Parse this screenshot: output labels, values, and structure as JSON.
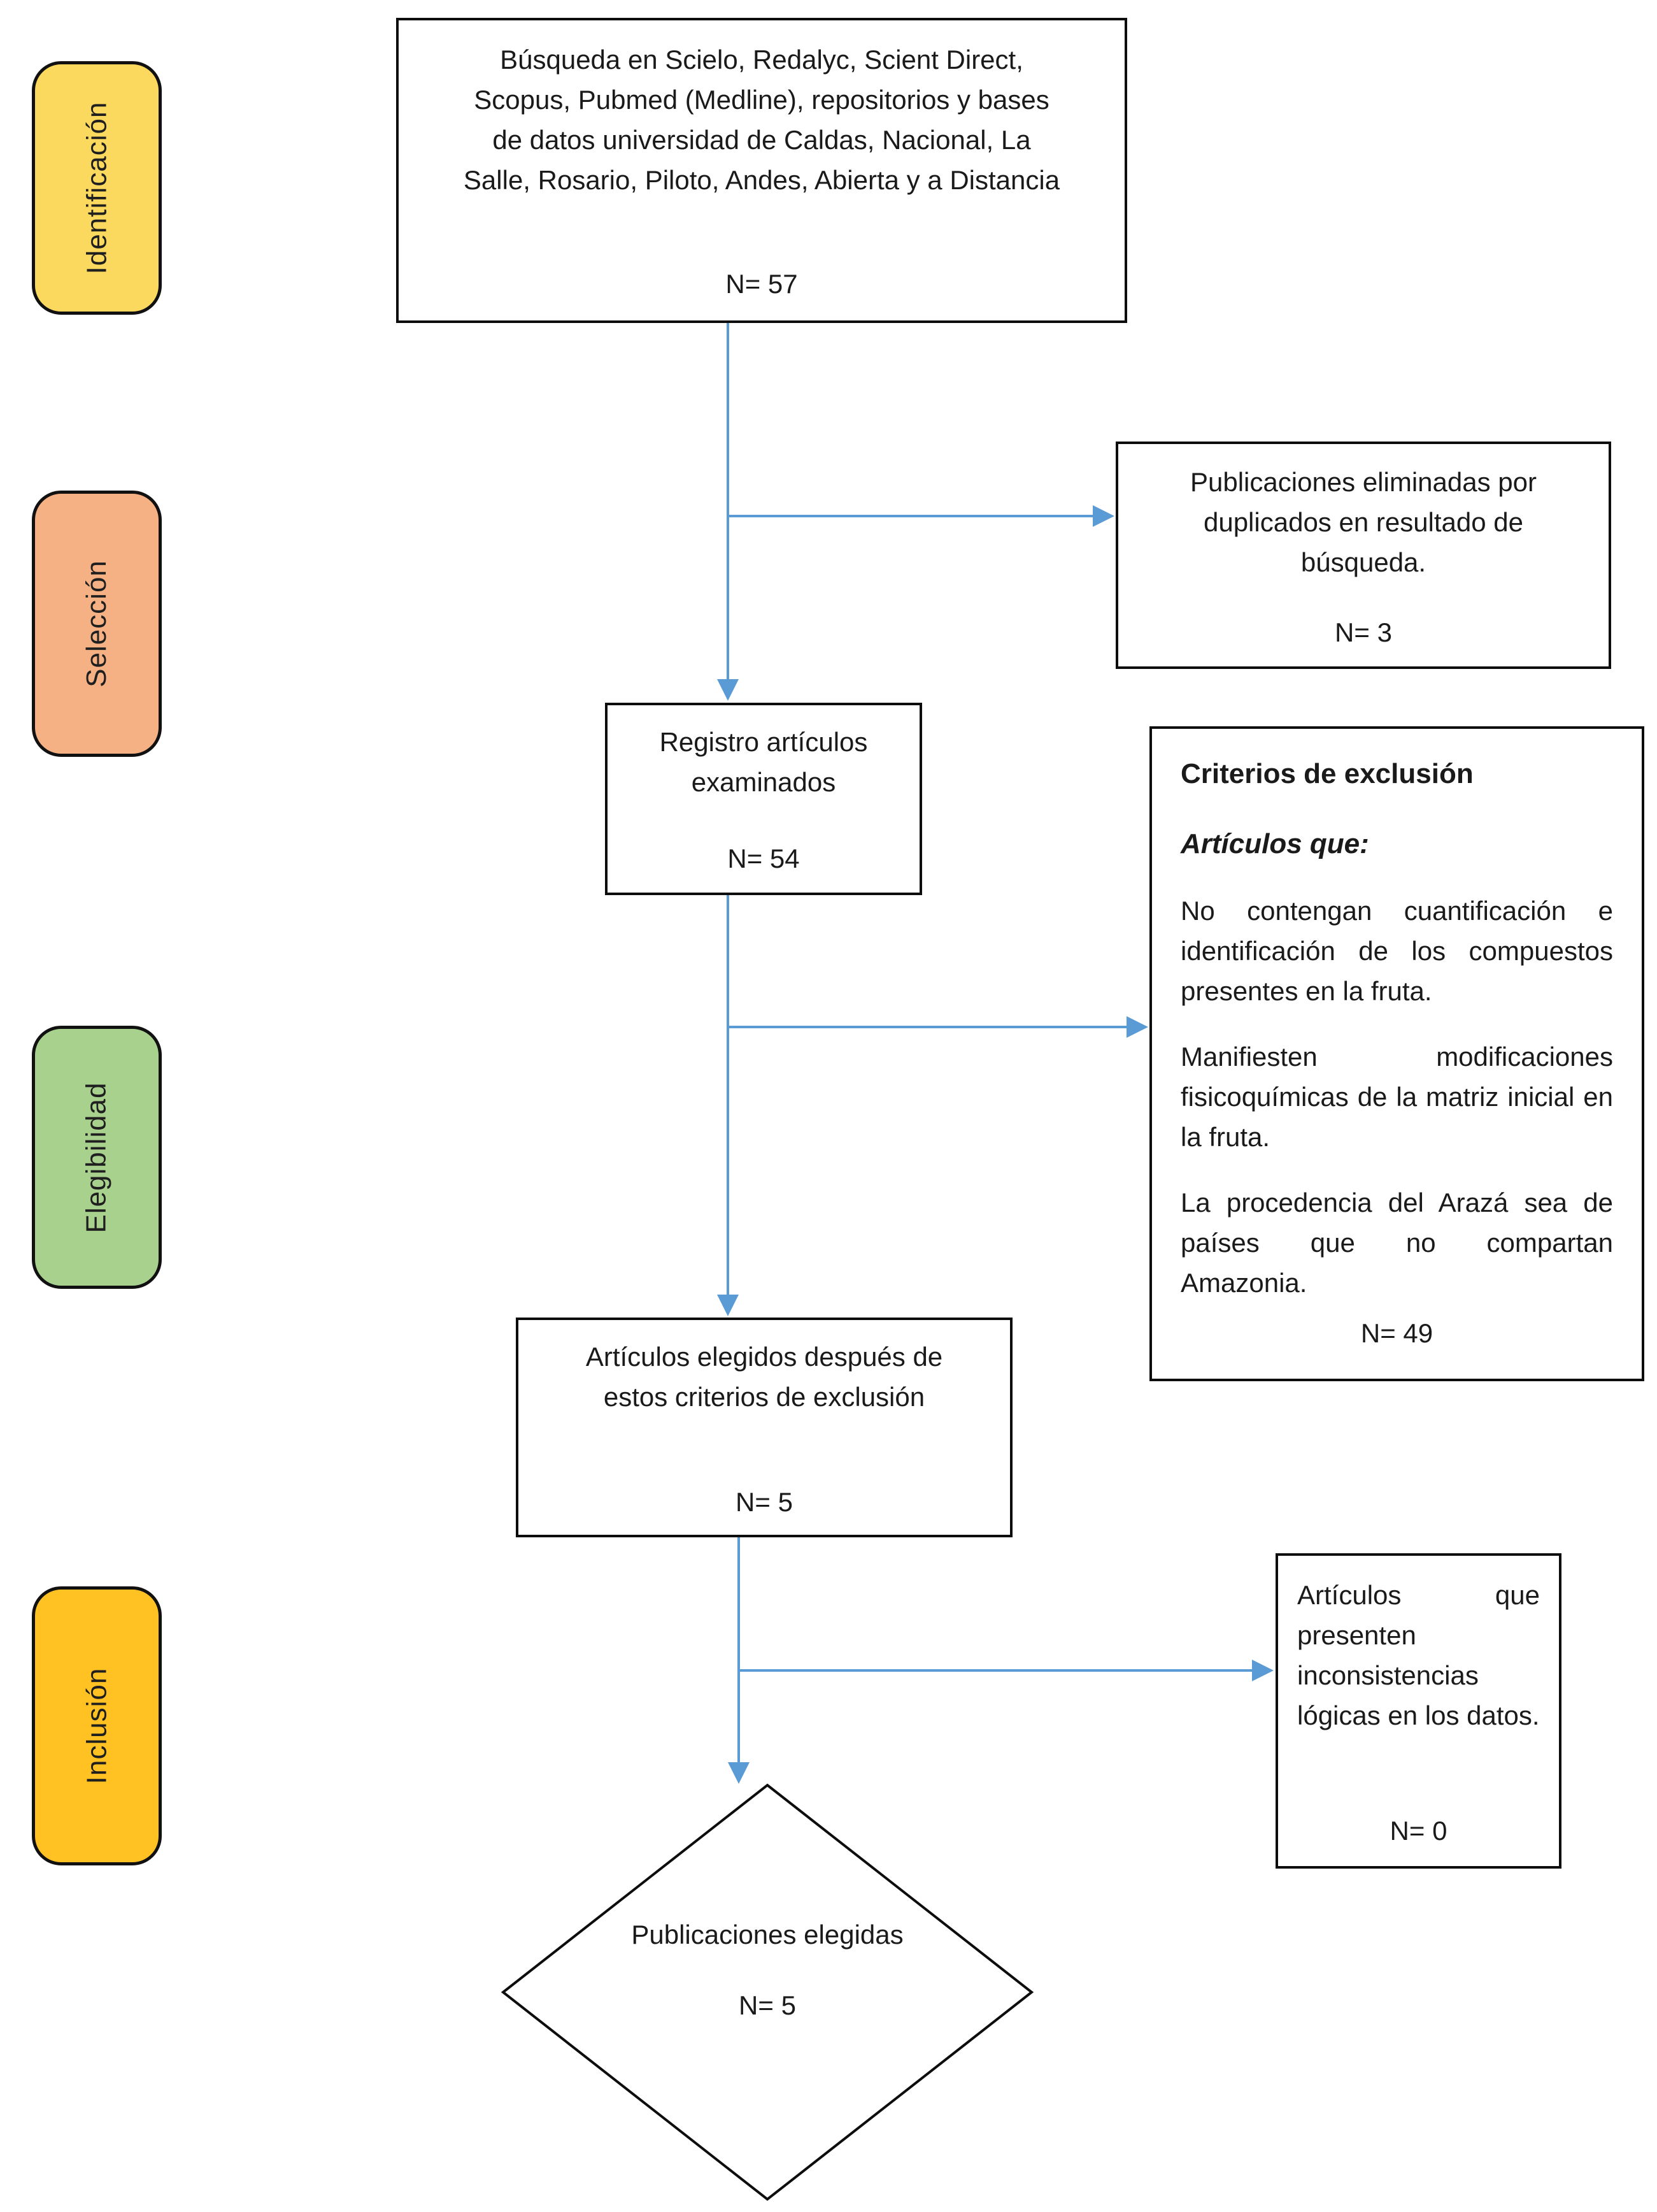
{
  "stages": [
    {
      "label": "Identificación",
      "color": "#FBD95F"
    },
    {
      "label": "Selección",
      "color": "#F5B183"
    },
    {
      "label": "Elegibilidad",
      "color": "#A9D18E"
    },
    {
      "label": "Inclusión",
      "color": "#FFC222"
    }
  ],
  "nodes": {
    "search": {
      "text": "Búsqueda en Scielo, Redalyc, Scient Direct, Scopus, Pubmed (Medline), repositorios y bases de datos universidad de Caldas, Nacional, La Salle, Rosario, Piloto, Andes, Abierta y a Distancia",
      "count": "N= 57"
    },
    "duplicates": {
      "text": "Publicaciones eliminadas por duplicados en resultado de búsqueda.",
      "count": "N= 3"
    },
    "screened": {
      "text": "Registro artículos examinados",
      "count": "N= 54"
    },
    "exclusion": {
      "title": "Criterios de exclusión",
      "subtitle": "Artículos que:",
      "items": [
        "No contengan cuantificación e identificación de los compuestos presentes en la fruta.",
        "Manifiesten modificaciones fisicoquímicas de la matriz inicial en la fruta.",
        "La procedencia del Arazá sea de países que no compartan Amazonia."
      ],
      "count": "N= 49"
    },
    "eligible": {
      "text": "Artículos elegidos después de estos criterios de exclusión",
      "count": "N= 5"
    },
    "inconsistent": {
      "text": "Artículos que presenten inconsistencias lógicas en los datos.",
      "count": "N= 0"
    },
    "included": {
      "text": "Publicaciones elegidas",
      "count": "N= 5"
    }
  },
  "colors": {
    "arrow": "#5B9BD5",
    "box_border": "#0d0d0d",
    "background": "#ffffff"
  }
}
